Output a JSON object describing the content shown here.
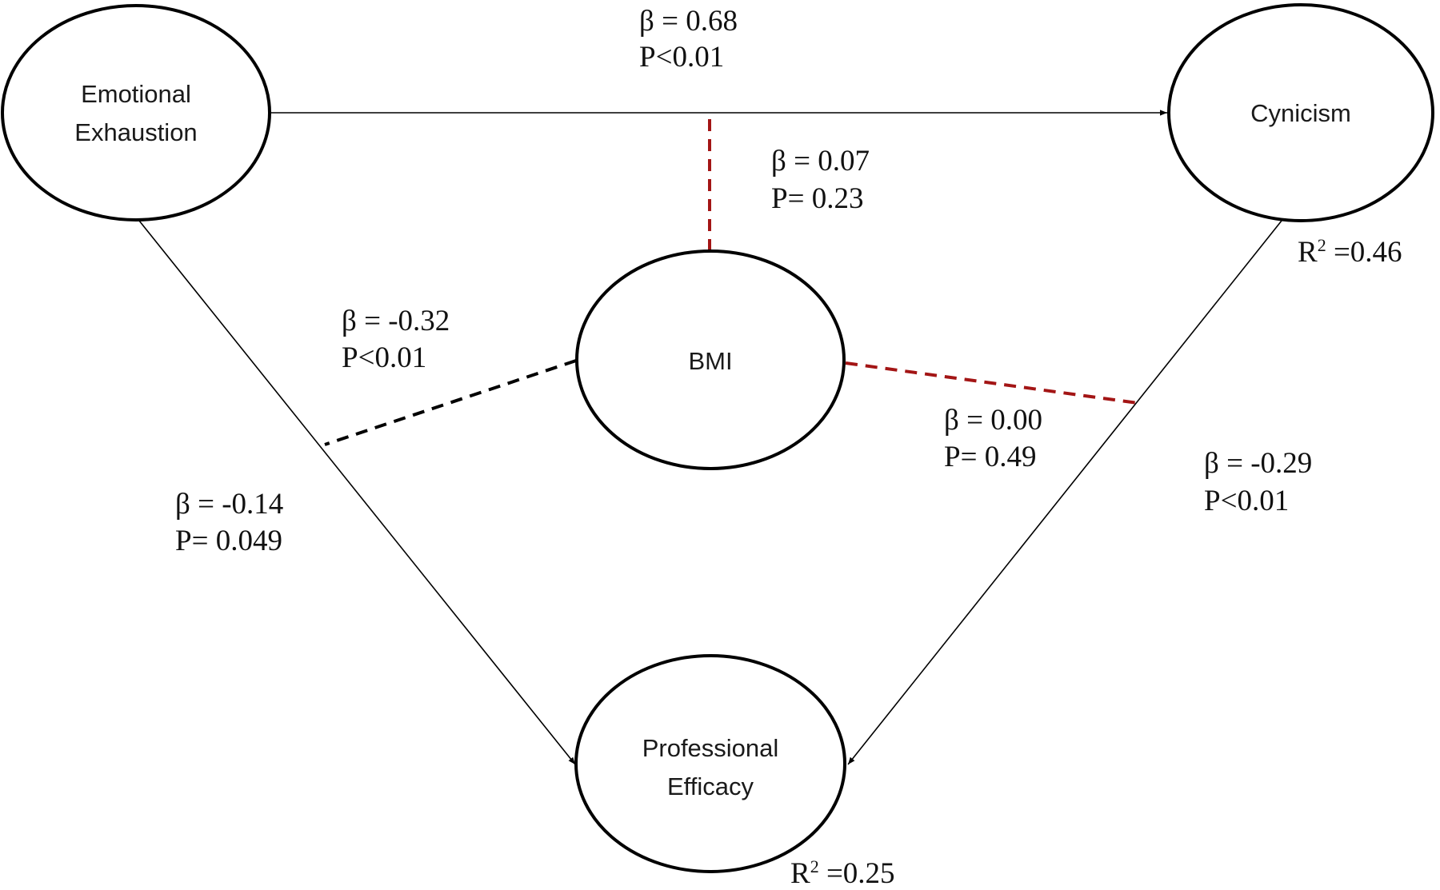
{
  "nodes": {
    "emotional_exhaustion": {
      "line1": "Emotional",
      "line2": "Exhaustion"
    },
    "cynicism": {
      "label": "Cynicism"
    },
    "bmi": {
      "label": "BMI"
    },
    "professional_efficacy": {
      "line1": "Professional",
      "line2": "Efficacy"
    }
  },
  "paths": {
    "ee_to_cyn": {
      "beta": "β = 0.68",
      "p": "P<0.01",
      "style": "solid",
      "color": "#000000"
    },
    "bmi_mod_ee_cyn": {
      "beta": "β = 0.07",
      "p": "P= 0.23",
      "style": "dashed",
      "color": "#a31515"
    },
    "bmi_mod_ee_pe": {
      "beta": "β = -0.32",
      "p": "P<0.01",
      "style": "dashed",
      "color": "#000000"
    },
    "bmi_mod_cyn_pe": {
      "beta": "β = 0.00",
      "p": "P= 0.49",
      "style": "dashed",
      "color": "#a31515"
    },
    "ee_to_pe": {
      "beta": "β = -0.14",
      "p": "P= 0.049",
      "style": "solid",
      "color": "#000000"
    },
    "cyn_to_pe": {
      "beta": "β = -0.29",
      "p": "P<0.01",
      "style": "solid",
      "color": "#000000"
    }
  },
  "r_squared": {
    "cynicism": {
      "prefix": "R",
      "sup": "2",
      "value": " =0.46"
    },
    "professional_efficacy": {
      "prefix": "R",
      "sup": "2",
      "value": " =0.25"
    }
  }
}
